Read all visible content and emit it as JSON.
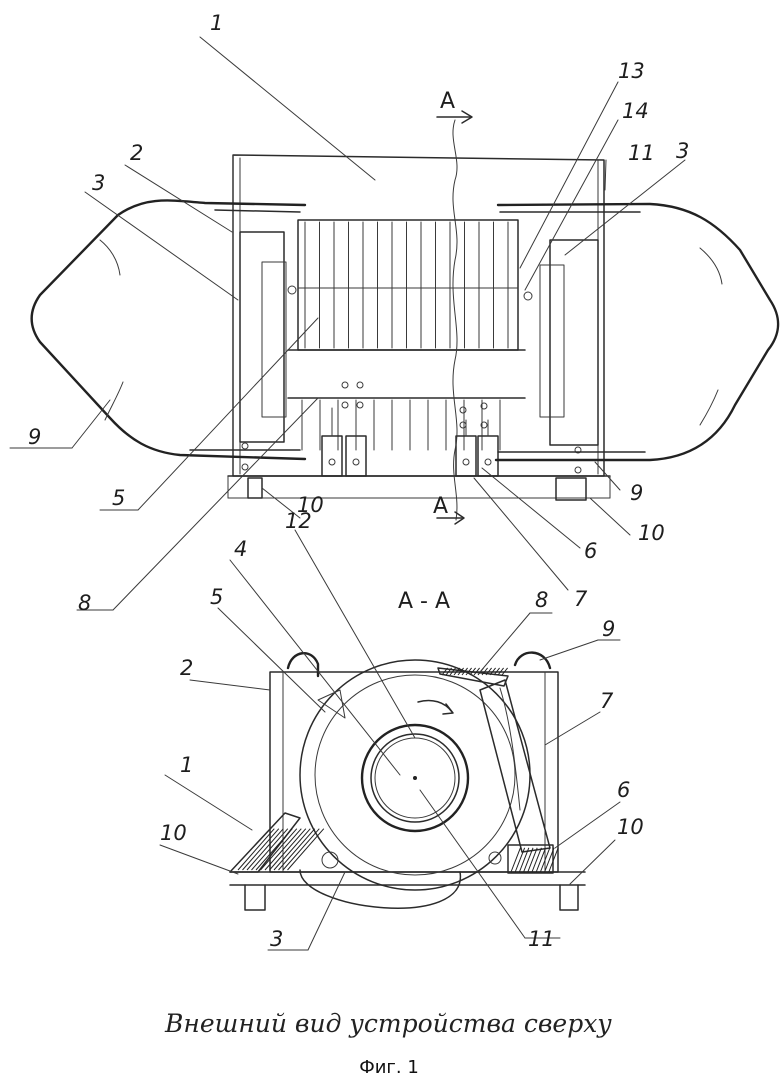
{
  "labels": {
    "n1": "1",
    "n2": "2",
    "n3": "3",
    "n4": "4",
    "n5": "5",
    "n6": "6",
    "n7": "7",
    "n8": "8",
    "n9": "9",
    "n10": "10",
    "n11": "11",
    "n12": "12",
    "n13": "13",
    "n14": "14"
  },
  "section": {
    "marker": "A",
    "title": "A - A"
  },
  "caption": "Внешний вид устройства сверху",
  "figure_number": "Фиг. 1"
}
